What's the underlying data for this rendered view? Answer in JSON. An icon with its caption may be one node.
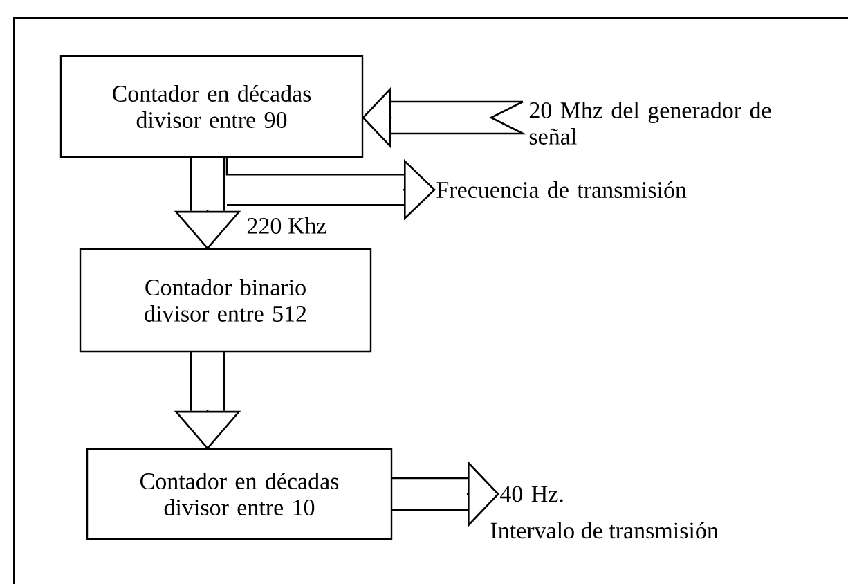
{
  "diagram": {
    "nodes": [
      {
        "text": [
          "Contador en décadas divisor entre 90"
        ]
      },
      {
        "text": [
          "Contador binario divisor entre 512"
        ]
      },
      {
        "text": [
          "Contador en décadas divisor entre 10"
        ]
      },
      {
        "text": [
          "20 Mhz del generador de señal"
        ]
      },
      {
        "text": [
          "Frecuencia de transmisión"
        ]
      },
      {
        "text": [
          "40 Hz."
        ],
        "beside": [
          "Intervalo de transmisión"
        ]
      }
    ],
    "edges": [
      {
        "from": 3,
        "to": 0,
        "arrow": "to"
      },
      {
        "from": 0,
        "to": 4,
        "arrow": "to"
      },
      {
        "from": 0,
        "to": 1,
        "arrow": "to",
        "label": "220 Khz"
      },
      {
        "from": 1,
        "to": 2,
        "arrow": "to"
      },
      {
        "from": 2,
        "to": 5,
        "arrow": "to"
      }
    ]
  }
}
